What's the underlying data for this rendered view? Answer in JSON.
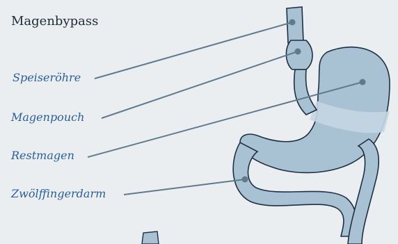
{
  "title": "Magenbypass",
  "labels": [
    {
      "id": "speiseroehre",
      "text": "Speiseröhre"
    },
    {
      "id": "magenpouch",
      "text": "Magenpouch"
    },
    {
      "id": "restmagen",
      "text": "Restmagen"
    },
    {
      "id": "zwoelffingerdarm",
      "text": "Zwölffingerdarm"
    }
  ],
  "colors": {
    "background": "#eaeef1",
    "organ_fill": "#a9c2d3",
    "organ_outline": "#1e2f44",
    "leader_line": "#5f7a8c",
    "label_text": "#2a5d9e",
    "title_text": "#1f2a36"
  }
}
